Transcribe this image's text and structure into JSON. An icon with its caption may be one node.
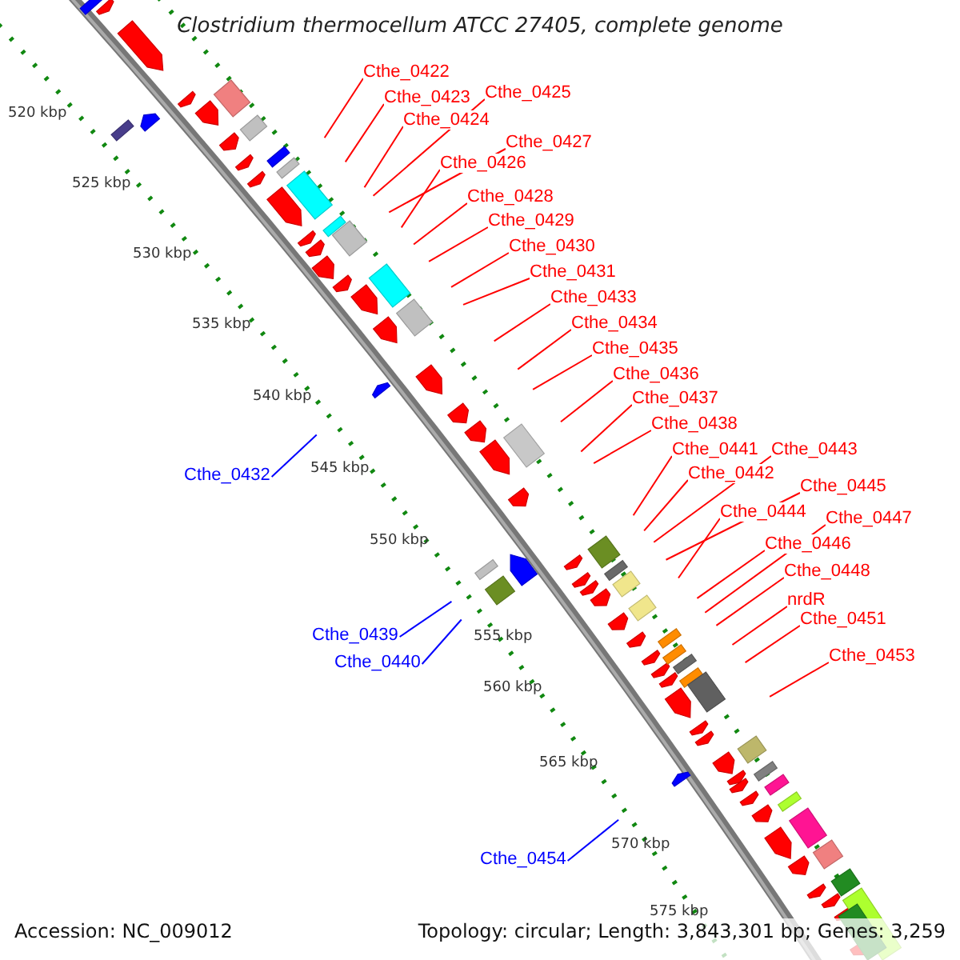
{
  "diagram": {
    "title": "Clostridium thermocellum ATCC 27405, complete genome",
    "nodes": [
      {
        "text": [
          "Cthe_0422"
        ]
      },
      {
        "text": [
          "Cthe_0425"
        ]
      },
      {
        "text": [
          "Cthe_0423"
        ]
      },
      {
        "text": [
          "Cthe_0424"
        ]
      },
      {
        "text": [
          "Cthe_0427"
        ]
      },
      {
        "text": [
          "Cthe_0426"
        ]
      },
      {
        "text": [
          "Cthe_0428"
        ]
      },
      {
        "text": [
          "Cthe_0429"
        ]
      },
      {
        "text": [
          "Cthe_0430"
        ]
      },
      {
        "text": [
          "Cthe_0431"
        ]
      },
      {
        "text": [
          "Cthe_0433"
        ]
      },
      {
        "text": [
          "Cthe_0434"
        ]
      },
      {
        "text": [
          "Cthe_0435"
        ]
      },
      {
        "text": [
          "Cthe_0436"
        ]
      },
      {
        "text": [
          "Cthe_0437"
        ]
      },
      {
        "text": [
          "Cthe_0438"
        ]
      },
      {
        "text": [
          "Cthe_0441"
        ]
      },
      {
        "text": [
          "Cthe_0443"
        ]
      },
      {
        "text": [
          "Cthe_0442"
        ]
      },
      {
        "text": [
          "Cthe_0432"
        ]
      },
      {
        "text": [
          "Cthe_0445"
        ]
      },
      {
        "text": [
          "Cthe_0444"
        ]
      },
      {
        "text": [
          "Cthe_0447"
        ]
      },
      {
        "text": [
          "Cthe_0446"
        ]
      },
      {
        "text": [
          "Cthe_0448"
        ]
      },
      {
        "text": [
          "nrdR"
        ]
      },
      {
        "text": [
          "Cthe_0451"
        ]
      },
      {
        "text": [
          "Cthe_0439"
        ]
      },
      {
        "text": [
          "Cthe_0453"
        ]
      },
      {
        "text": [
          "Cthe_0440"
        ]
      },
      {
        "text": [
          "Cthe_0454"
        ]
      }
    ],
    "edges": [
      {
        "from": 0,
        "to": null,
        "arrow": "none"
      },
      {
        "from": 1,
        "to": null,
        "arrow": "none"
      },
      {
        "from": 2,
        "to": null,
        "arrow": "none"
      },
      {
        "from": 3,
        "to": null,
        "arrow": "none"
      },
      {
        "from": 4,
        "to": null,
        "arrow": "none"
      },
      {
        "from": 5,
        "to": null,
        "arrow": "none"
      },
      {
        "from": 6,
        "to": null,
        "arrow": "none"
      },
      {
        "from": 7,
        "to": null,
        "arrow": "none"
      },
      {
        "from": 8,
        "to": null,
        "arrow": "none"
      },
      {
        "from": 9,
        "to": null,
        "arrow": "none"
      },
      {
        "from": 10,
        "to": null,
        "arrow": "none"
      },
      {
        "from": 11,
        "to": null,
        "arrow": "none"
      },
      {
        "from": 12,
        "to": null,
        "arrow": "none"
      },
      {
        "from": 13,
        "to": null,
        "arrow": "none"
      },
      {
        "from": 14,
        "to": null,
        "arrow": "none"
      },
      {
        "from": 15,
        "to": null,
        "arrow": "none"
      },
      {
        "from": 16,
        "to": null,
        "arrow": "none"
      },
      {
        "from": 17,
        "to": null,
        "arrow": "none"
      },
      {
        "from": 18,
        "to": null,
        "arrow": "none"
      },
      {
        "from": 19,
        "to": null,
        "arrow": "none",
        "color": "#0000ff"
      },
      {
        "from": 20,
        "to": null,
        "arrow": "none"
      },
      {
        "from": 21,
        "to": null,
        "arrow": "none"
      },
      {
        "from": 22,
        "to": null,
        "arrow": "none"
      },
      {
        "from": 23,
        "to": null,
        "arrow": "none"
      },
      {
        "from": 24,
        "to": null,
        "arrow": "none"
      },
      {
        "from": 25,
        "to": null,
        "arrow": "none"
      },
      {
        "from": 26,
        "to": null,
        "arrow": "none"
      },
      {
        "from": 27,
        "to": null,
        "arrow": "none",
        "color": "#0000ff"
      },
      {
        "from": 28,
        "to": null,
        "arrow": "none"
      },
      {
        "from": 29,
        "to": null,
        "arrow": "none",
        "color": "#0000ff"
      },
      {
        "from": 30,
        "to": null,
        "arrow": "none",
        "color": "#0000ff"
      }
    ],
    "labels": [
      "520 kbp",
      "525 kbp",
      "530 kbp",
      "535 kbp",
      "540 kbp",
      "545 kbp",
      "550 kbp",
      "555 kbp",
      "560 kbp",
      "565 kbp",
      "570 kbp",
      "575 kbp",
      "Accession: NC_009012",
      "Topology: circular; Length: 3,843,301 bp; Genes: 3,259"
    ]
  }
}
